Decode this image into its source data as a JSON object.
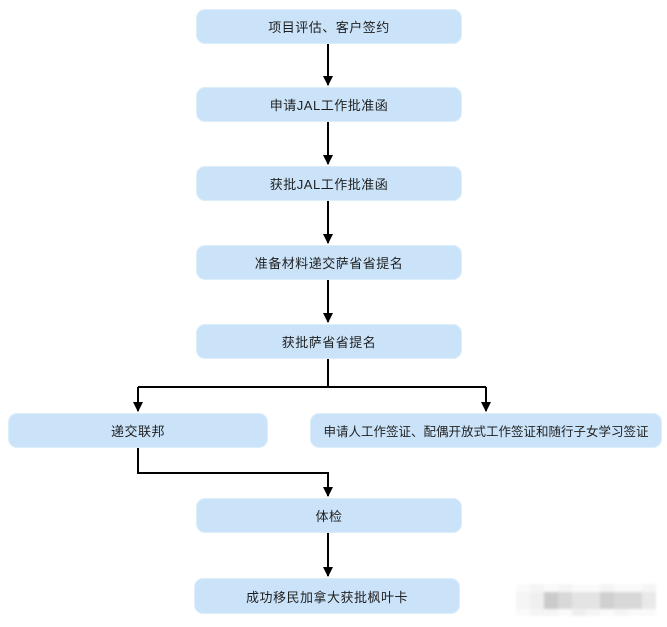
{
  "flowchart": {
    "nodes": [
      {
        "id": "project-evaluation",
        "label": "项目评估、客户签约"
      },
      {
        "id": "apply-jal-letter",
        "label": "申请JAL工作批准函"
      },
      {
        "id": "jal-letter-approved",
        "label": "获批JAL工作批准函"
      },
      {
        "id": "submit-snp",
        "label": "准备材料递交萨省省提名"
      },
      {
        "id": "snp-approved",
        "label": "获批萨省省提名"
      },
      {
        "id": "submit-federal",
        "label": "递交联邦"
      },
      {
        "id": "work-study-visas",
        "label": "申请人工作签证、配偶开放式工作签证和随行子女学习签证"
      },
      {
        "id": "medical-exam",
        "label": "体检"
      },
      {
        "id": "maple-leaf-card",
        "label": "成功移民加拿大获批枫叶卡"
      }
    ],
    "edges": [
      {
        "from": "project-evaluation",
        "to": "apply-jal-letter"
      },
      {
        "from": "apply-jal-letter",
        "to": "jal-letter-approved"
      },
      {
        "from": "jal-letter-approved",
        "to": "submit-snp"
      },
      {
        "from": "submit-snp",
        "to": "snp-approved"
      },
      {
        "from": "snp-approved",
        "to": "submit-federal"
      },
      {
        "from": "snp-approved",
        "to": "work-study-visas"
      },
      {
        "from": "submit-federal",
        "to": "medical-exam"
      },
      {
        "from": "medical-exam",
        "to": "maple-leaf-card"
      }
    ]
  },
  "colors": {
    "node_fill": "#cbe3f9",
    "node_border": "#ddeefb",
    "arrow": "#000000",
    "text": "#1f1f1f"
  }
}
